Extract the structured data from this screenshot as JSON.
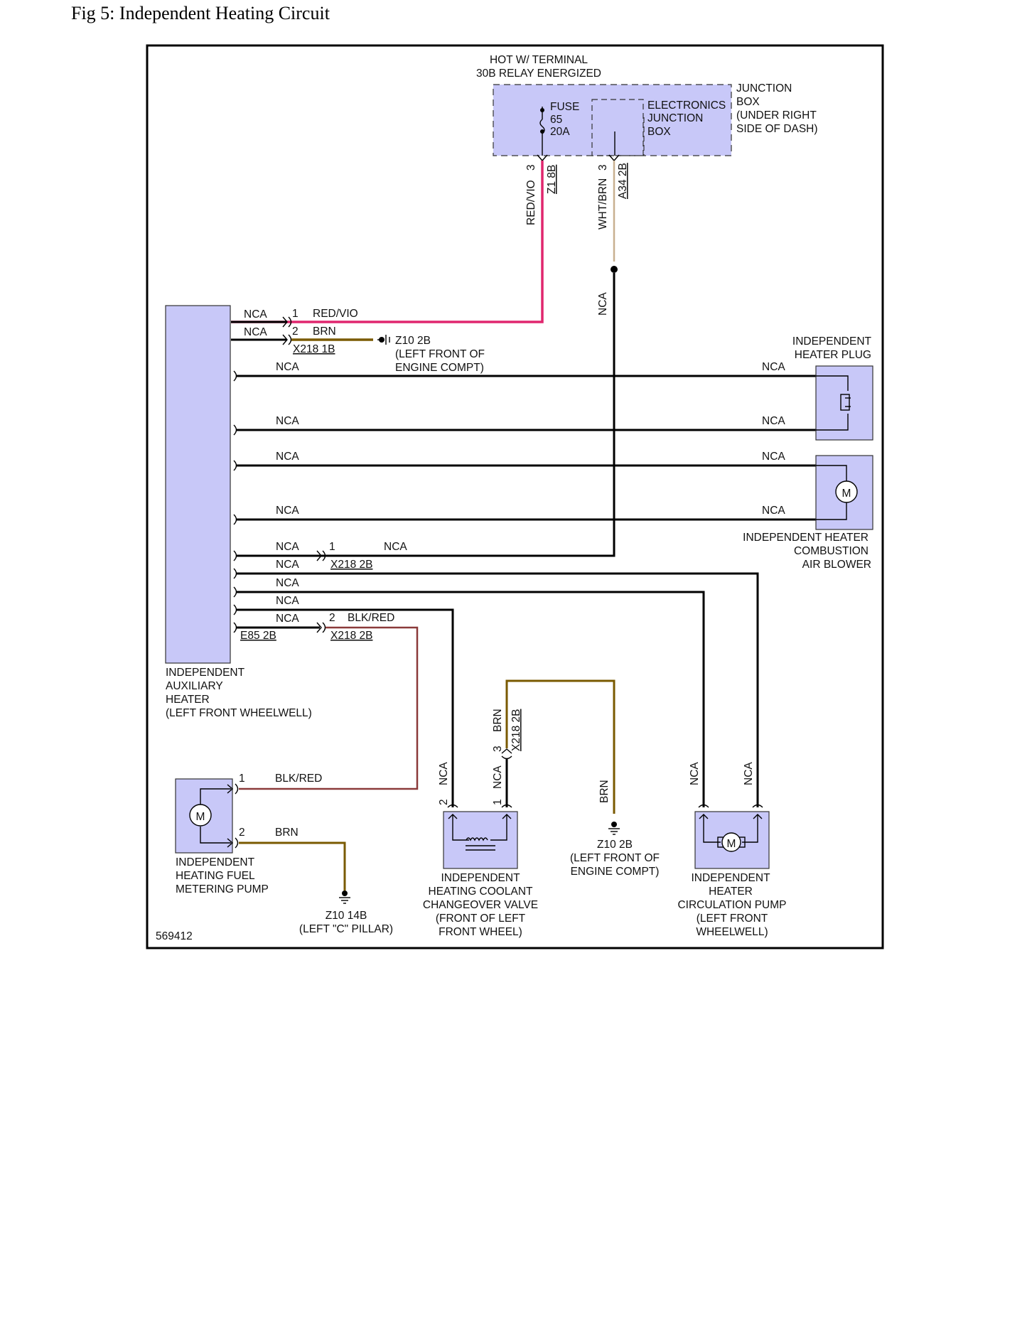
{
  "figure": {
    "title": "Fig 5: Independent Heating Circuit",
    "id": "569412"
  },
  "junction_box": {
    "hot_label_1": "HOT W/ TERMINAL",
    "hot_label_2": "30B RELAY ENERGIZED",
    "fuse": [
      "FUSE",
      "65",
      "20A"
    ],
    "ejb": [
      "ELECTRONICS",
      "JUNCTION",
      "BOX"
    ],
    "label": [
      "JUNCTION",
      "BOX",
      "(UNDER RIGHT",
      "SIDE OF DASH)"
    ],
    "pin_z1": "3",
    "pin_a34": "3",
    "color_z1": "RED/VIO",
    "conn_z1": "Z1 8B",
    "color_a34": "WHT/BRN",
    "conn_a34": "A34 2B",
    "nca_vertical": "NCA"
  },
  "aux_heater": {
    "label": [
      "INDEPENDENT",
      "AUXILIARY",
      "HEATER",
      "(LEFT FRONT WHEELWELL)"
    ],
    "connector": "E85 2B",
    "pins": {
      "nca1": "NCA",
      "nca2": "NCA",
      "pin1": "1",
      "pin2": "2",
      "redvio": "RED/VIO",
      "brn": "BRN",
      "x218_1b": "X218 1B",
      "row3": "NCA",
      "row4": "NCA",
      "row5": "NCA",
      "row6": "NCA",
      "row7": "NCA",
      "row7_pin": "1",
      "row7_right": "NCA",
      "row8": "NCA",
      "row8_conn": "X218 2B",
      "row9": "NCA",
      "row10": "NCA",
      "row11": "NCA",
      "row11_pin": "2",
      "row11_color": "BLK/RED",
      "row11_conn": "X218 2B"
    }
  },
  "ground_top": [
    "Z10 2B",
    "(LEFT FRONT OF",
    "ENGINE COMPT)"
  ],
  "heater_plug": {
    "label": [
      "INDEPENDENT",
      "HEATER PLUG"
    ],
    "nca_top": "NCA",
    "nca_bottom": "NCA"
  },
  "air_blower": {
    "label": [
      "INDEPENDENT HEATER",
      "COMBUSTION",
      "AIR BLOWER"
    ],
    "nca_top": "NCA",
    "nca_bottom": "NCA",
    "motor": "M"
  },
  "fuel_pump": {
    "label": [
      "INDEPENDENT",
      "HEATING FUEL",
      "METERING PUMP"
    ],
    "pin1": "1",
    "pin2": "2",
    "blkred": "BLK/RED",
    "brn": "BRN",
    "motor": "M"
  },
  "ground_c_pillar": [
    "Z10 14B",
    "(LEFT \"C\" PILLAR)"
  ],
  "changeover_valve": {
    "label": [
      "INDEPENDENT",
      "HEATING COOLANT",
      "CHANGEOVER VALVE",
      "(FRONT OF LEFT",
      "FRONT WHEEL)"
    ],
    "pin2": "2",
    "pin1": "1",
    "nca_a": "NCA",
    "nca_b": "NCA",
    "pin3": "3",
    "brn": "BRN",
    "conn": "X218 2B"
  },
  "ground_bottom": {
    "brn": "BRN",
    "label": [
      "Z10 2B",
      "(LEFT FRONT OF",
      "ENGINE COMPT)"
    ]
  },
  "circ_pump": {
    "label": [
      "INDEPENDENT",
      "HEATER",
      "CIRCULATION PUMP",
      "(LEFT FRONT",
      "WHEELWELL)"
    ],
    "nca_a": "NCA",
    "nca_b": "NCA",
    "motor": "M"
  },
  "colors": {
    "red_vio": "#e0266e",
    "brown": "#7a5a00",
    "blk_red": "#8b3a3a",
    "wht_brn": "#c8b090",
    "component": "#c8c8f8"
  }
}
